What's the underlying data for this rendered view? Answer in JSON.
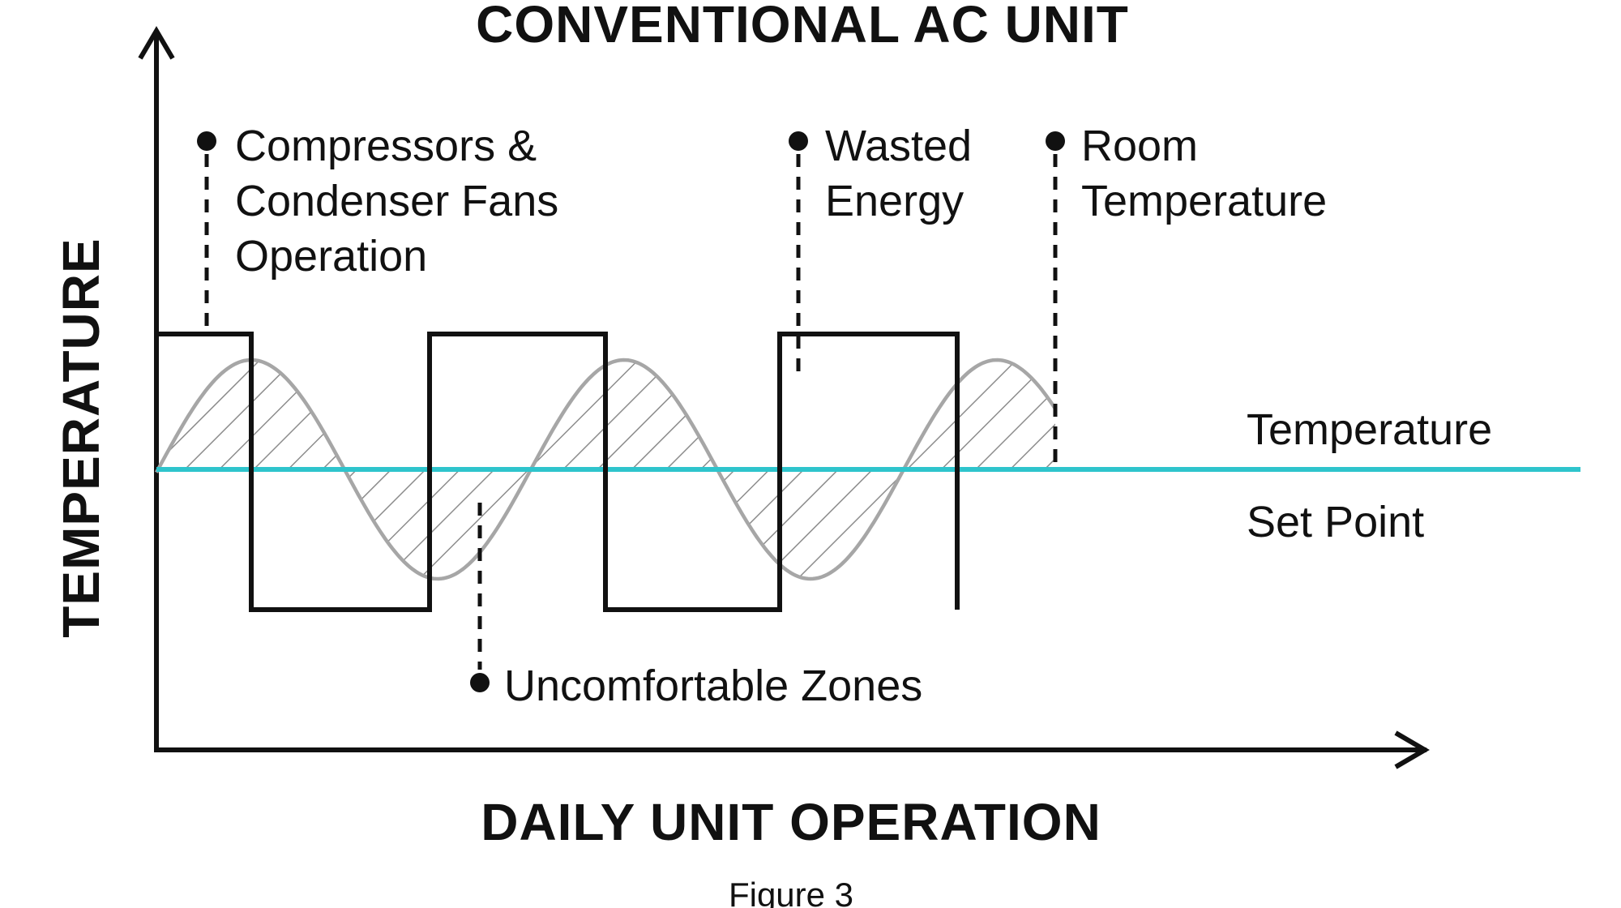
{
  "diagram": {
    "title": "CONVENTIONAL AC UNIT",
    "y_axis_label": "TEMPERATURE",
    "x_axis_label": "DAILY UNIT OPERATION",
    "caption": "Figure 3",
    "annotations": {
      "compressors": [
        "Compressors &",
        "Condenser Fans",
        "Operation"
      ],
      "wasted_energy": [
        "Wasted",
        "Energy"
      ],
      "room_temperature": [
        "Room",
        "Temperature"
      ],
      "uncomfortable_zones": "Uncomfortable Zones",
      "set_point": [
        "Temperature",
        "Set Point"
      ]
    },
    "colors": {
      "set_point_line": "#2ec4cc",
      "room_temperature_curve": "#a6a6a6",
      "compressor_signal": "#111111",
      "hatch": "#8c8c8c"
    }
  }
}
